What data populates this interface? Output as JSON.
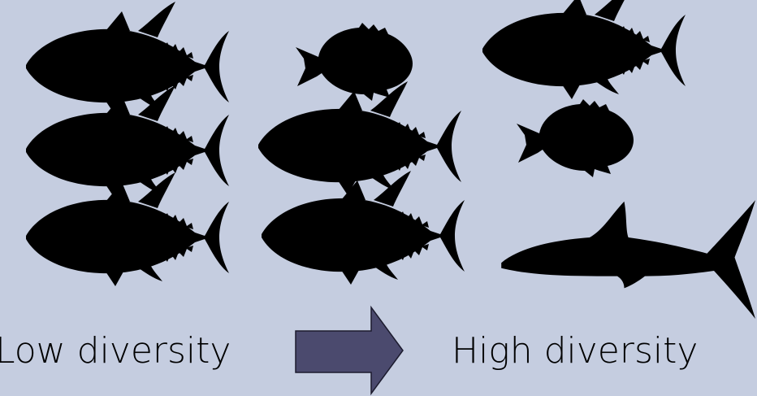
{
  "labels": {
    "low": "Low diversity",
    "high": "High diversity"
  },
  "colors": {
    "background": "#c5cde0",
    "silhouette": "#000000",
    "arrow_fill": "#4b4a6e",
    "arrow_stroke": "#1c1b2e"
  },
  "groups": [
    {
      "name": "low-diversity-group",
      "fish": [
        "tuna",
        "tuna",
        "tuna"
      ]
    },
    {
      "name": "middle-group",
      "fish": [
        "grouper",
        "tuna",
        "tuna"
      ]
    },
    {
      "name": "high-diversity-group",
      "fish": [
        "tuna",
        "grouper",
        "shark"
      ]
    }
  ],
  "icons": {
    "tuna": "tuna-silhouette-icon",
    "grouper": "grouper-silhouette-icon",
    "shark": "shark-silhouette-icon",
    "arrow": "right-arrow-icon"
  }
}
